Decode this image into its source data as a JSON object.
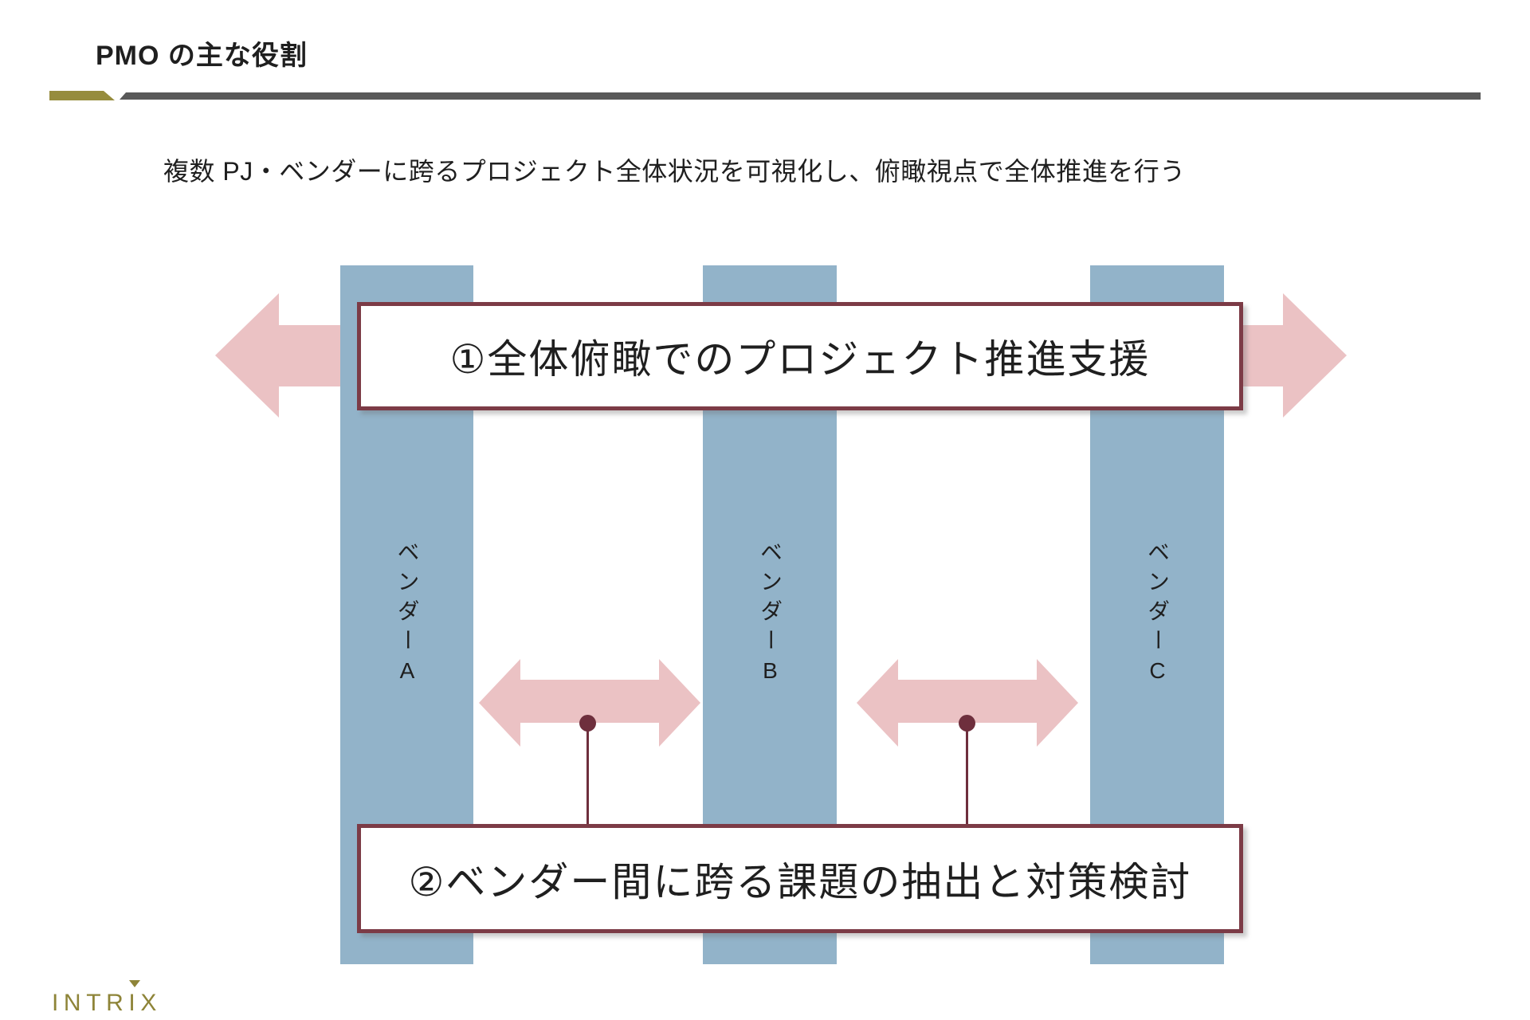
{
  "header": {
    "title": "PMO の主な役割"
  },
  "subtitle": "複数 PJ・ベンダーに跨るプロジェクト全体状況を可視化し、俯瞰視点で全体推進を行う",
  "diagram": {
    "vendors": [
      {
        "label": "ベンダーA"
      },
      {
        "label": "ベンダーB"
      },
      {
        "label": "ベンダーC"
      }
    ],
    "callouts": {
      "box1": "①全体俯瞰でのプロジェクト推進支援",
      "box2": "②ベンダー間に跨る課題の抽出と対策検討"
    }
  },
  "footer": {
    "logo": {
      "pre": "INTR",
      "accent_letter": "I",
      "post": "X"
    }
  },
  "colors": {
    "accent_gold": "#968C3D",
    "divider_gray": "#595959",
    "bar_blue": "#92B3C9",
    "arrow_pink": "#EBC2C4",
    "box_border_maroon": "#7C3B46",
    "connector_maroon": "#6E2F3D",
    "text_dark": "#1F1F1F",
    "logo_gold": "#8E8438"
  }
}
